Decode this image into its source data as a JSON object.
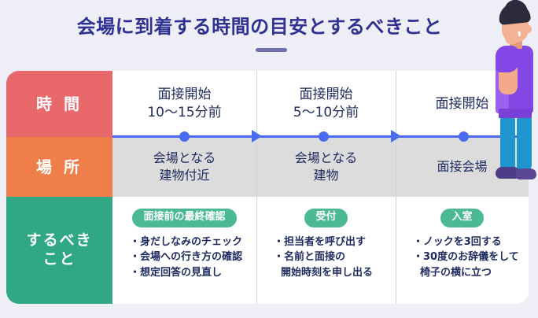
{
  "title": {
    "text": "会場に到着する時間の目安とするべきこと",
    "accent_color": "#2e3192",
    "underline_color": "#6f6fb0"
  },
  "table": {
    "row_labels": [
      {
        "label": "時 間",
        "color": "#e8686b"
      },
      {
        "label": "場 所",
        "color": "#ef7e4b"
      },
      {
        "label_line1": "するべき",
        "label_line2": "こと",
        "color": "#30a883"
      }
    ],
    "columns": [
      {
        "time_line1": "面接開始",
        "time_line2": "10〜15分前",
        "place_line1": "会場となる",
        "place_line2": "建物付近",
        "badge": "面接前の最終確認",
        "bullets": [
          {
            "text": "・身だしなみのチェック"
          },
          {
            "text": "・会場への行き方の確認"
          },
          {
            "text": "・想定回答の見直し"
          }
        ]
      },
      {
        "time_line1": "面接開始",
        "time_line2": "5〜10分前",
        "place_line1": "会場となる",
        "place_line2": "建物",
        "badge": "受付",
        "bullets": [
          {
            "text": "・担当者を呼び出す"
          },
          {
            "text": "・名前と面接の"
          },
          {
            "text": "開始時刻を申し出る",
            "continuation": true
          }
        ]
      },
      {
        "time_line1": "面接開始",
        "time_line2": "",
        "place_line1": "面接会場",
        "place_line2": "",
        "badge": "入室",
        "bullets": [
          {
            "text": "・ノックを3回する"
          },
          {
            "text": "・30度のお辞儀をして"
          },
          {
            "text": "椅子の横に立つ",
            "continuation": true
          }
        ]
      }
    ],
    "timeline": {
      "color": "#4a6af0",
      "dots": 3,
      "arrows": 2
    },
    "badge_color": "#4bb896",
    "place_row_bg": "#dcdcdc"
  },
  "illustration": {
    "name": "thinking-person",
    "shirt_color": "#8247e5",
    "pants_color": "#1f95d0",
    "hair_color": "#2b2b3c",
    "shoe_color": "#4d3c86"
  }
}
